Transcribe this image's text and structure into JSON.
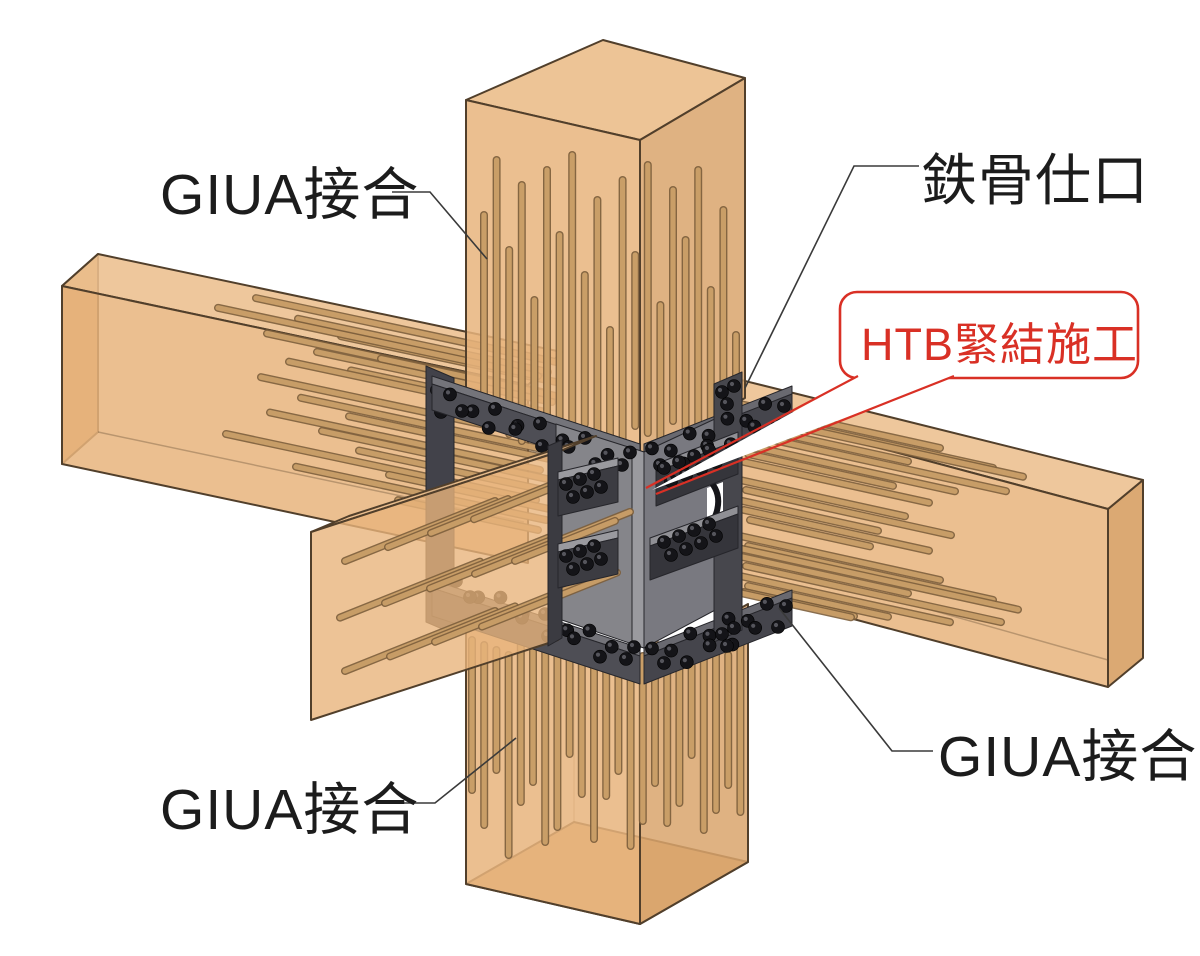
{
  "labels": {
    "giua_top_left": "GIUA接合",
    "tekkotsu_shiguchi": "鉄骨仕口",
    "htb_annotation": "HTB緊結施工",
    "giua_bottom_left": "GIUA接合",
    "giua_bottom_right": "GIUA接合"
  },
  "colors": {
    "background": "#ffffff",
    "wood_top": "#ecbf8e",
    "wood_front": "#e8b47c",
    "wood_side": "#d9a46c",
    "wood_edge": "#513f2b",
    "rod_fill": "#cfa36b",
    "rod_edge": "#7d5f3c",
    "steel_face": "#85858a",
    "steel_face_dark": "#797980",
    "steel_band": "#4e4e55",
    "steel_band_dark": "#45454c",
    "steel_edge_light": "#74747a",
    "steel_plate": "#42424a",
    "steel_light": "#9a9a9f",
    "bolt": "#141418",
    "annotation_red": "#d93025",
    "label_text": "#1c1c1c",
    "leader_line": "#3a3a3a"
  }
}
